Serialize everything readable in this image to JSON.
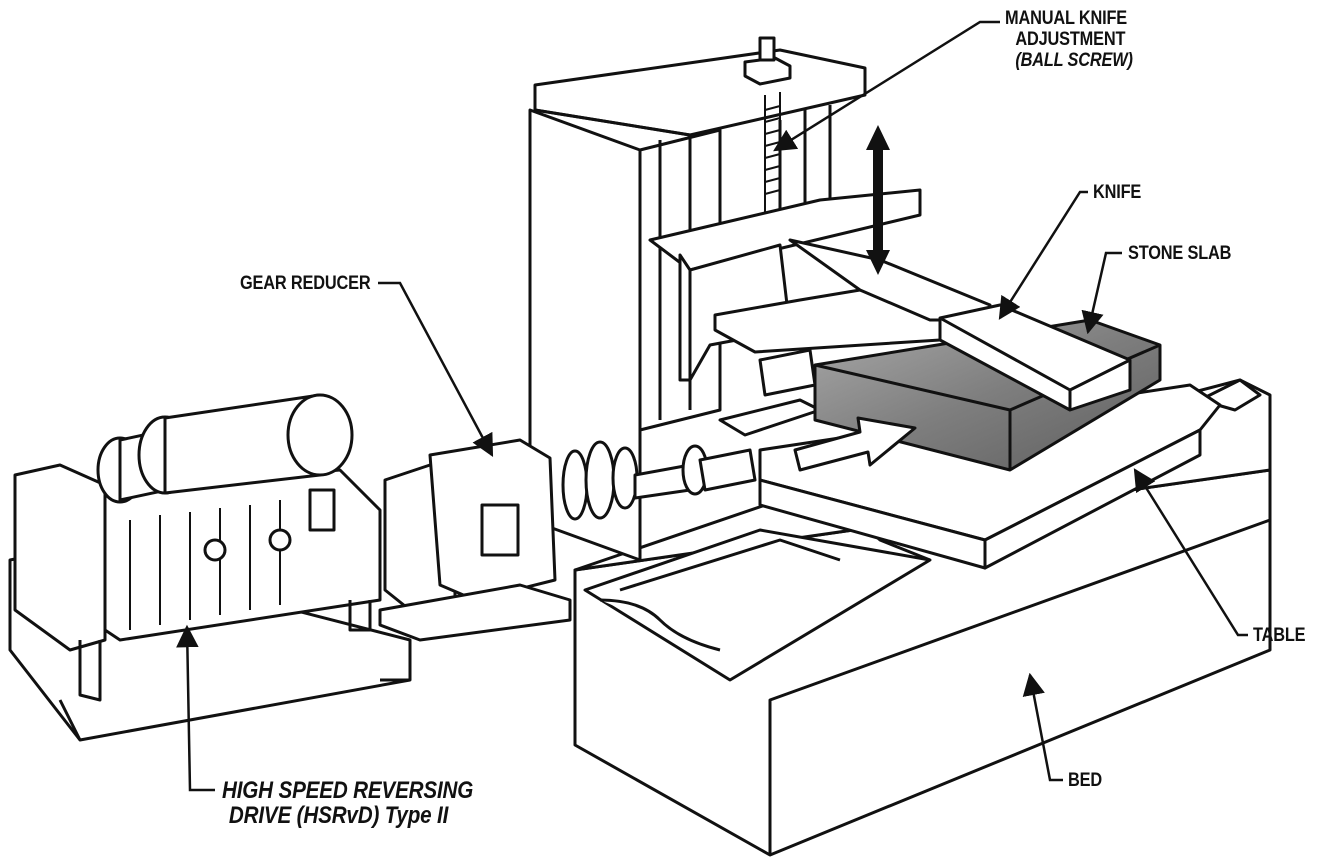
{
  "labels": {
    "manual_knife_1": "MANUAL KNIFE",
    "manual_knife_2": "ADJUSTMENT",
    "manual_knife_3": "(BALL SCREW)",
    "knife": "KNIFE",
    "stone_slab": "STONE SLAB",
    "gear_reducer": "GEAR REDUCER",
    "table": "TABLE",
    "bed": "BED",
    "drive_1": "HIGH SPEED REVERSING",
    "drive_2": "DRIVE (HSRvD) Type II"
  },
  "colors": {
    "ink": "#111111",
    "stone": "#8a8a8a",
    "paper": "#ffffff"
  }
}
